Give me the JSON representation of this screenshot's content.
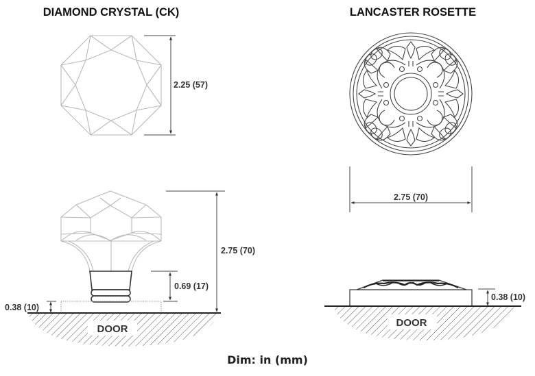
{
  "titles": {
    "left": "DIAMOND CRYSTAL (CK)",
    "right": "LANCASTER ROSETTE"
  },
  "dimensions": {
    "knob_diameter": "2.25 (57)",
    "knob_height": "2.75 (70)",
    "knob_collar": "0.69 (17)",
    "knob_base": "0.38 (10)",
    "rosette_diameter": "2.75 (70)",
    "rosette_thickness": "0.38 (10)"
  },
  "labels": {
    "door_left": "DOOR",
    "door_right": "DOOR",
    "units_note": "Dim: in (mm)"
  },
  "colors": {
    "facet_stroke": "#b9b9b9",
    "line": "#333333",
    "text": "#111111"
  }
}
